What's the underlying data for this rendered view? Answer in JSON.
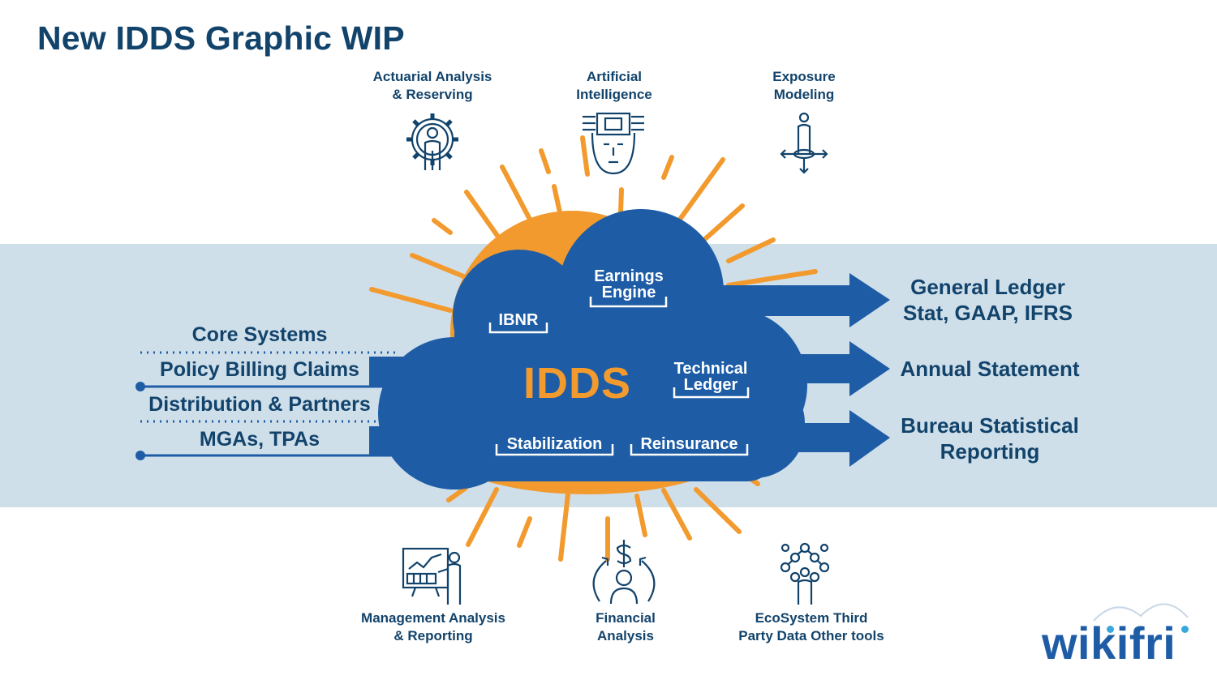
{
  "title": "New IDDS Graphic WIP",
  "center_label": "IDDS",
  "cloud_items": {
    "ibnr": "IBNR",
    "earnings_engine": "Earnings\nEngine",
    "technical_ledger": "Technical\nLedger",
    "stabilization": "Stabilization",
    "reinsurance": "Reinsurance"
  },
  "top_icons": [
    {
      "label": "Actuarial Analysis\n& Reserving",
      "icon": "gear-person-icon"
    },
    {
      "label": "Artificial\nIntelligence",
      "icon": "ai-head-icon"
    },
    {
      "label": "Exposure\nModeling",
      "icon": "person-arrows-icon"
    }
  ],
  "bottom_icons": [
    {
      "label": "Management Analysis\n& Reporting",
      "icon": "presentation-chart-icon"
    },
    {
      "label": "Financial\nAnalysis",
      "icon": "dollar-person-icon"
    },
    {
      "label": "EcoSystem Third\nParty Data Other tools",
      "icon": "network-person-icon"
    }
  ],
  "inputs": [
    "Core Systems",
    "Policy Billing Claims",
    "Distribution & Partners",
    "MGAs, TPAs"
  ],
  "outputs": [
    "General Ledger\nStat, GAAP, IFRS",
    "Annual Statement",
    "Bureau Statistical\nReporting"
  ],
  "logo": "wikifri",
  "colors": {
    "navy": "#12436b",
    "cloud_blue": "#1e5da6",
    "orange": "#f29a2e",
    "band": "#cfdfea"
  }
}
